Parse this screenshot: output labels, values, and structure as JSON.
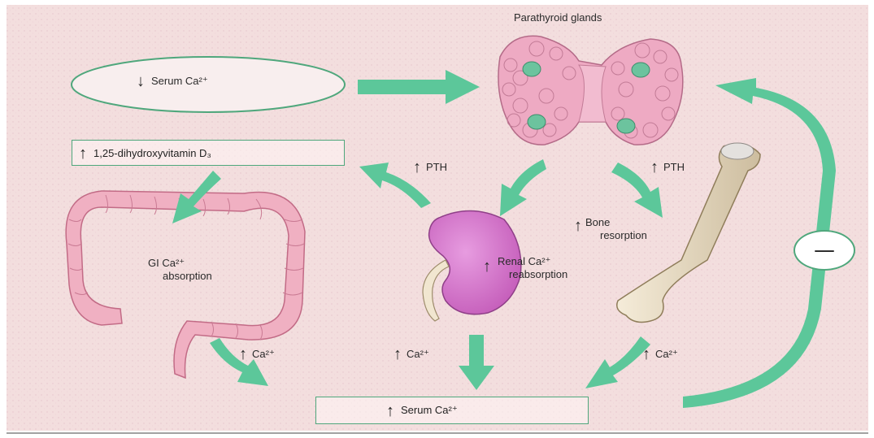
{
  "diagram": {
    "colors": {
      "background": "#f3dede",
      "arrow": "#5cc79a",
      "border": "#4fa77c",
      "organ_pink": "#eca7be",
      "kidney": "#d671c9",
      "bone": "#e9dcc4"
    },
    "nodes": {
      "serum_low": "Serum Ca²⁺",
      "parathyroid": "Parathyroid glands",
      "vitd": "1,25-dihydroxyvitamin D₃",
      "gi_line1": "GI Ca²⁺",
      "gi_line2": "absorption",
      "renal_line1": "Renal Ca²⁺",
      "renal_line2": "reabsorption",
      "bone_line1": "Bone",
      "bone_line2": "resorption",
      "serum_high": "Serum Ca²⁺",
      "feedback": "—"
    },
    "edges": {
      "pth_left": "PTH",
      "pth_right": "PTH",
      "ca_gi": "Ca²⁺",
      "ca_kidney": "Ca²⁺",
      "ca_bone": "Ca²⁺"
    },
    "icons": [
      "up-arrow-icon",
      "down-arrow-icon",
      "large-green-arrow-icon",
      "colon-illustration",
      "kidney-illustration",
      "bone-illustration",
      "parathyroid-illustration"
    ]
  }
}
